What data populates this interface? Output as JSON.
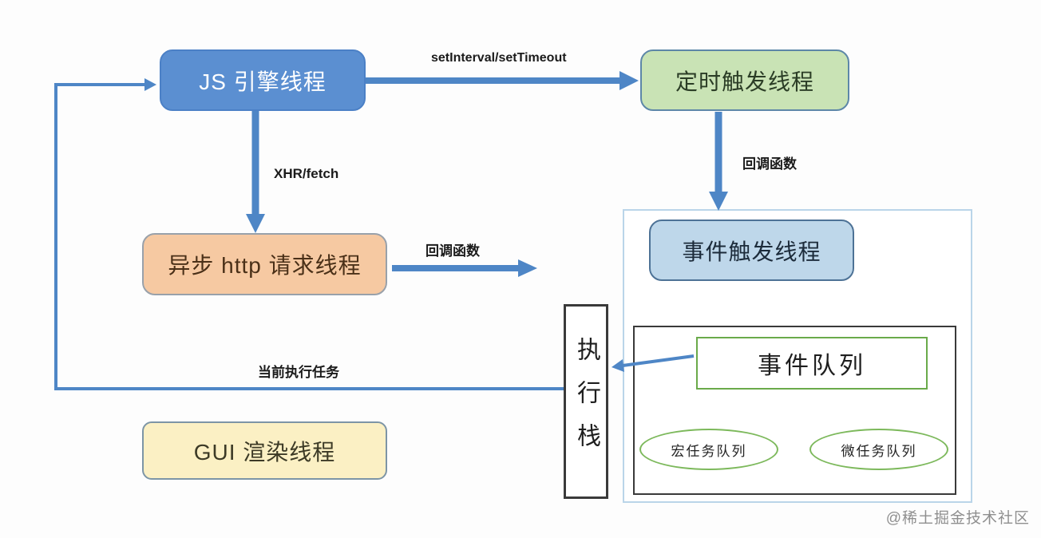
{
  "diagram": {
    "title_hint": "browser-js-event-loop-threads",
    "nodes": {
      "js_engine": "JS 引擎线程",
      "timer_thread": "定时触发线程",
      "async_http_thread": "异步 http 请求线程",
      "event_trigger_thread": "事件触发线程",
      "gui_render_thread": "GUI 渲染线程",
      "exec_stack": "执行栈",
      "event_queue": "事件队列",
      "macro_task_queue": "宏任务队列",
      "micro_task_queue": "微任务队列"
    },
    "edge_labels": {
      "set_interval_timeout": "setInterval/setTimeout",
      "xhr_fetch": "XHR/fetch",
      "timer_callback": "回调函数",
      "http_callback": "回调函数",
      "current_task": "当前执行任务"
    },
    "colors": {
      "arrow_blue": "#4e86c6",
      "js_engine_fill": "#5b8fd1",
      "timer_fill": "#c9e3b5",
      "async_http_fill": "#f6c9a2",
      "event_trigger_fill": "#bed7ea",
      "gui_fill": "#fbf0c4",
      "queue_green_border": "#6aaa4a",
      "container_border": "#bad5e9",
      "dark_border": "#3a3a3a"
    },
    "watermark": "@稀土掘金技术社区"
  }
}
